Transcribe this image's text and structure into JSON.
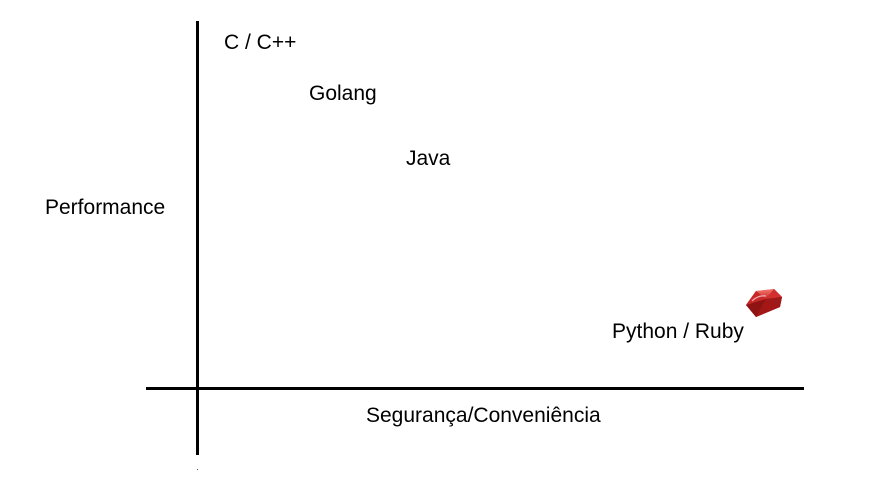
{
  "axes": {
    "x_label": "Segurança/Conveniência",
    "y_label": "Performance"
  },
  "points": [
    {
      "label": "C / C++"
    },
    {
      "label": "Golang"
    },
    {
      "label": "Java"
    },
    {
      "label": "Python / Ruby",
      "icon": "ruby-gem-icon"
    }
  ],
  "colors": {
    "axis": "#000000",
    "ruby_red": "#b31b1b"
  }
}
